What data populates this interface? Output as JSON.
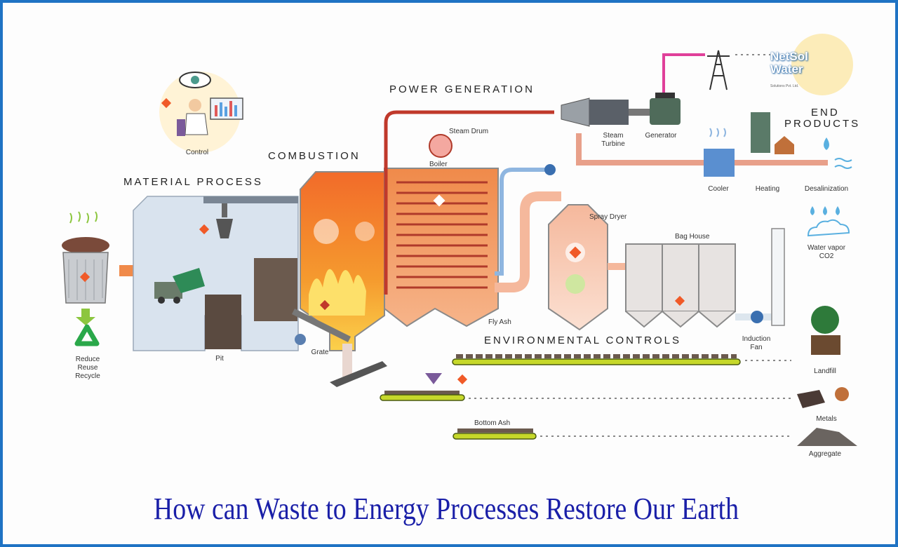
{
  "sections": {
    "power_generation": "POWER GENERATION",
    "combustion": "COMBUSTION",
    "material_process": "MATERIAL PROCESS",
    "environmental_controls": "ENVIRONMENTAL CONTROLS",
    "end_products_line1": "END",
    "end_products_line2": "PRODUCTS"
  },
  "labels": {
    "control": "Control",
    "steam_drum": "Steam Drum",
    "boiler": "Boiler",
    "steam_turbine_line1": "Steam",
    "steam_turbine_line2": "Turbine",
    "generator": "Generator",
    "cooler": "Cooler",
    "heating": "Heating",
    "desalinization": "Desalinization",
    "spray_dryer": "Spray Dryer",
    "bag_house": "Bag House",
    "water_vapor_line1": "Water vapor",
    "water_vapor_line2": "CO2",
    "fly_ash": "Fly Ash",
    "induction_fan_line1": "Induction",
    "induction_fan_line2": "Fan",
    "pit": "Pit",
    "grate": "Grate",
    "recycle_line1": "Reduce",
    "recycle_line2": "Reuse",
    "recycle_line3": "Recycle",
    "bottom_ash": "Bottom Ash",
    "landfill": "Landfill",
    "metals": "Metals",
    "aggregate": "Aggregate"
  },
  "watermark": {
    "brand_line1": "NetSol",
    "brand_line2": "Water",
    "brand_tagline": "Solutions Pvt. Ltd."
  },
  "caption": "How can Waste to Energy Processes Restore Our Earth",
  "colors": {
    "frame": "#1f73c4",
    "caption": "#1a1fa8",
    "fire": "#f05a28",
    "steam_pipe": "#c0392b",
    "cool_pipe": "#8fb6e0",
    "conveyor": "#c6d82a"
  }
}
